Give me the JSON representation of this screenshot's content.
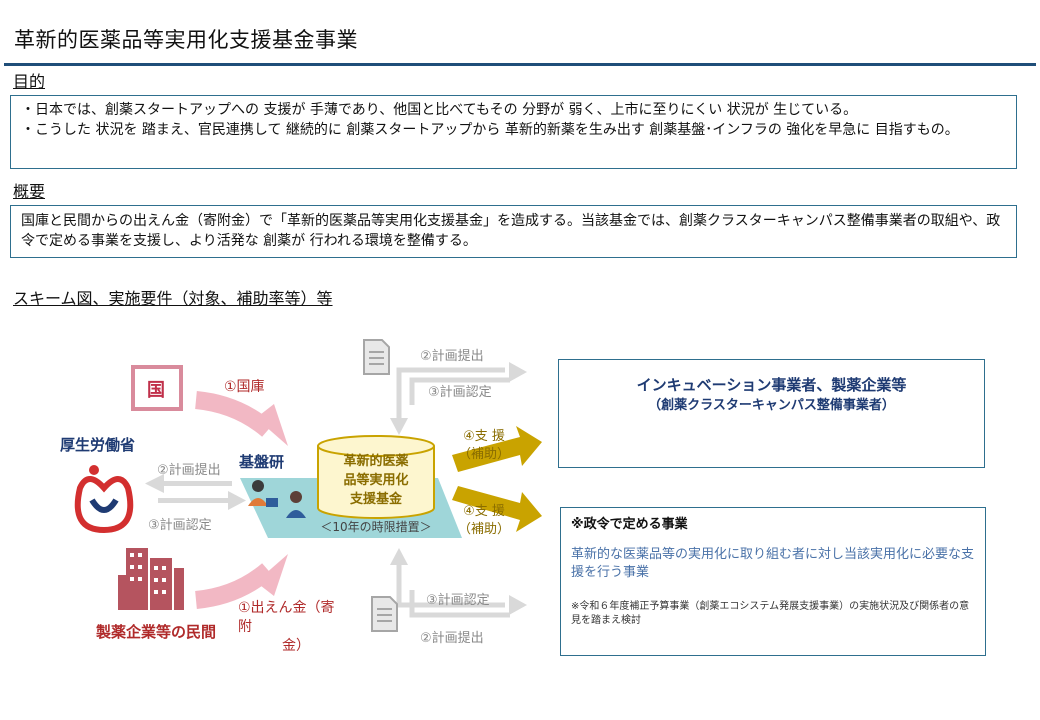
{
  "title": "革新的医薬品等実用化支援基金事業",
  "purpose": {
    "heading": "目的",
    "bullets": [
      "・日本では、創薬スタートアップへの 支援が 手薄であり、他国と比べてもその 分野が 弱く、上市に至りにくい 状況が 生じている。",
      "・こうした 状況を 踏まえ、官民連携して 継続的に 創薬スタートアップから 革新的新薬を生み出す 創薬基盤･インフラの 強化を早急に 目指すもの。"
    ]
  },
  "overview": {
    "heading": "概要",
    "text": "国庫と民間からの出えん金（寄附金）で「革新的医薬品等実用化支援基金」を造成する。当該基金では、創薬クラスターキャンパス整備事業者の取組や、政令で定める事業を支援し、より活発な 創薬が 行われる環境を整備する。"
  },
  "scheme": {
    "heading": "スキーム図、実施要件（対象、補助率等）等",
    "country_icon_label": "国",
    "national_treasury_label": "①国庫",
    "mhlw_label": "厚生労働省",
    "plan_submit_label": "②計画提出",
    "plan_approve_label": "③計画認定",
    "nibiohn_label": "基盤研",
    "fund_name": "革新的医薬品等実用化支援基金",
    "fund_name_lines": [
      "革新的医薬",
      "品等実用化",
      "支援基金"
    ],
    "fund_term": "＜10年の時限措置＞",
    "support_lines": [
      "④支 援",
      "（補助）"
    ],
    "private_label": "製薬企業等の民間",
    "donation_lines": [
      "①出えん金（寄附",
      "金）"
    ],
    "incubation": {
      "title": "インキュベーション事業者、製薬企業等",
      "subtitle": "（創薬クラスターキャンパス整備事業者）"
    },
    "ordinance": {
      "title": "※政令で定める事業",
      "description": "革新的な医薬品等の実用化に取り組む者に対し当該実用化に必要な支援を行う事業",
      "note": "※令和６年度補正予算事業（創薬エコシステム発展支援事業）の実施状況及び関係者の意見を踏まえ検討"
    }
  },
  "colors": {
    "title_rule": "#1f4e79",
    "box_border": "#2e6f8e",
    "pink_arrow": "#f2b8c4",
    "gray_arrow": "#d9d9d9",
    "gold_arrow": "#c9a300",
    "fund_fill": "#fdf6cf",
    "teal_base": "#9fd6d9",
    "navy_text": "#1f3b73",
    "red_text": "#b02a2a"
  }
}
